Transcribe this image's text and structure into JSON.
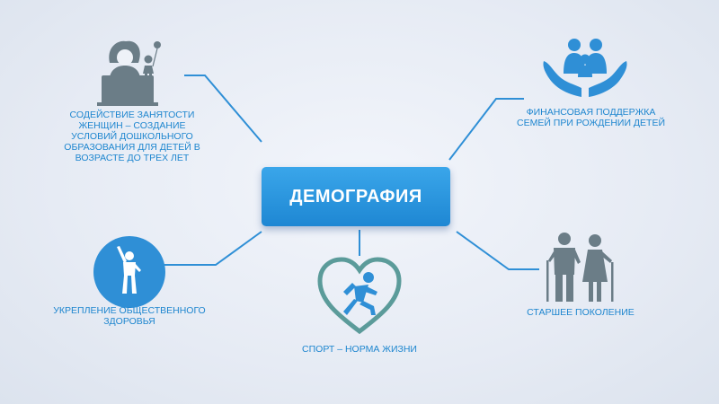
{
  "center": {
    "title": "ДЕМОГРАФИЯ"
  },
  "colors": {
    "accent": "#1e86cf",
    "line": "#2f8fd6",
    "icon_gray": "#6b7d87",
    "icon_teal": "#5b9b9a"
  },
  "nodes": {
    "women": {
      "label": "СОДЕЙСТВИЕ ЗАНЯТОСТИ ЖЕНЩИН – СОЗДАНИЕ УСЛОВИЙ ДОШКОЛЬНОГО ОБРАЗОВАНИЯ ДЛЯ ДЕТЕЙ В ВОЗРАСТЕ ДО ТРЕХ ЛЕТ",
      "icon": "woman-at-laptop-with-child-icon"
    },
    "family": {
      "label": "ФИНАНСОВАЯ ПОДДЕРЖКА СЕМЕЙ ПРИ РОЖДЕНИИ ДЕТЕЙ",
      "icon": "family-in-hands-icon"
    },
    "health": {
      "label": "УКРЕПЛЕНИЕ ОБЩЕСТВЕННОГО ЗДОРОВЬЯ",
      "icon": "exercising-person-icon"
    },
    "sport": {
      "label": "СПОРТ – НОРМА ЖИЗНИ",
      "icon": "heart-runner-icon"
    },
    "elderly": {
      "label": "СТАРШЕЕ ПОКОЛЕНИЕ",
      "icon": "elderly-couple-icon"
    }
  }
}
